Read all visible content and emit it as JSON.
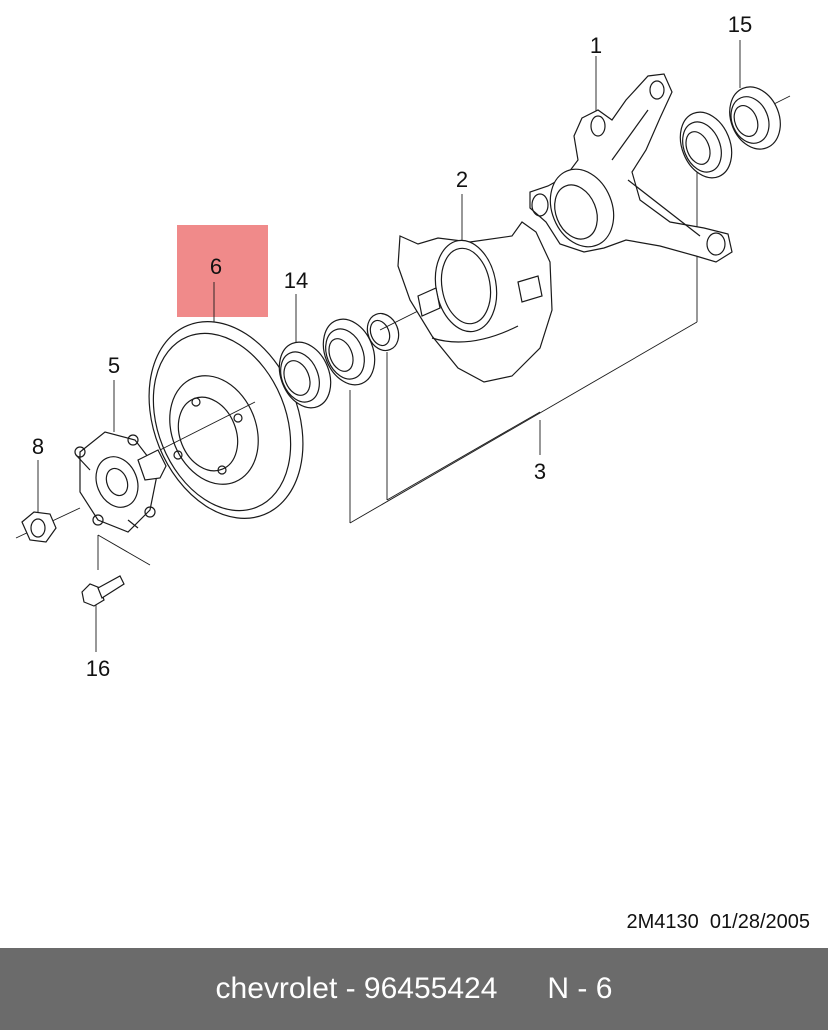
{
  "colors": {
    "highlight": "#f08a8a",
    "footer_bg": "#6b6b6b",
    "footer_text": "#ffffff"
  },
  "callouts": {
    "c1": "1",
    "c2": "2",
    "c3": "3",
    "c5": "5",
    "c6": "6",
    "c8": "8",
    "c14": "14",
    "c15": "15",
    "c16": "16"
  },
  "drawing_code": "2M4130  01/28/2005",
  "footer": {
    "text": "chevrolet - 96455424      N - 6"
  }
}
